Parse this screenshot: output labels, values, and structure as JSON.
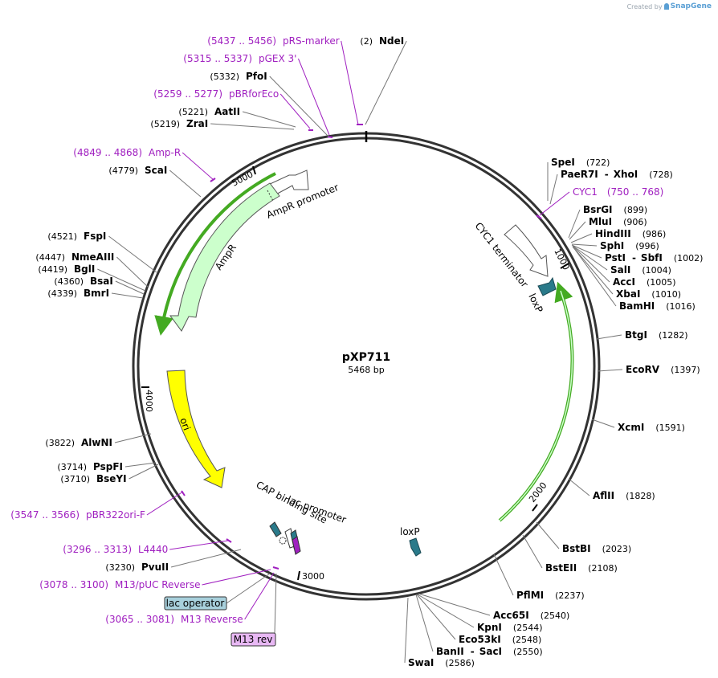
{
  "credit": {
    "prefix": "Created by",
    "brand": "SnapGene"
  },
  "plasmid": {
    "name": "pXP711",
    "length_label": "5468 bp",
    "length": 5468
  },
  "ticks": [
    "1000",
    "2000",
    "3000",
    "4000",
    "5000"
  ],
  "colors": {
    "ring": "#333333",
    "purple": "#a020c0",
    "green": "#44aa22",
    "light_green": "#ccffcc",
    "yellow": "#ffff00",
    "teal": "#2a7a8a",
    "lac_box": "#a8d0dc",
    "m13_box": "#e8b8f4"
  },
  "right_sites": [
    {
      "name": "SpeI",
      "pos": "(722)"
    },
    {
      "name": "PaeR7I",
      "sep": "-",
      "name2": "XhoI",
      "pos": "(728)"
    },
    {
      "feature": "CYC1",
      "range": "(750 .. 768)"
    },
    {
      "name": "BsrGI",
      "pos": "(899)"
    },
    {
      "name": "MluI",
      "pos": "(906)"
    },
    {
      "name": "HindIII",
      "pos": "(986)"
    },
    {
      "name": "SphI",
      "pos": "(996)"
    },
    {
      "name": "PstI",
      "sep": "-",
      "name2": "SbfI",
      "pos": "(1002)"
    },
    {
      "name": "SalI",
      "pos": "(1004)"
    },
    {
      "name": "AccI",
      "pos": "(1005)"
    },
    {
      "name": "XbaI",
      "pos": "(1010)"
    },
    {
      "name": "BamHI",
      "pos": "(1016)"
    },
    {
      "name": "BtgI",
      "pos": "(1282)"
    },
    {
      "name": "EcoRV",
      "pos": "(1397)"
    },
    {
      "name": "XcmI",
      "pos": "(1591)"
    },
    {
      "name": "AflII",
      "pos": "(1828)"
    },
    {
      "name": "BstBI",
      "pos": "(2023)"
    },
    {
      "name": "BstEII",
      "pos": "(2108)"
    },
    {
      "name": "PflMI",
      "pos": "(2237)"
    },
    {
      "name": "Acc65I",
      "pos": "(2540)"
    },
    {
      "name": "KpnI",
      "pos": "(2544)"
    },
    {
      "name": "Eco53kI",
      "pos": "(2548)"
    },
    {
      "name": "BanII",
      "sep": "-",
      "name2": "SacI",
      "pos": "(2550)"
    },
    {
      "name": "SwaI",
      "pos": "(2586)"
    }
  ],
  "left_sites": [
    {
      "name": "NdeI",
      "pos": "(2)"
    },
    {
      "feature": "pRS-marker",
      "range": "(5437 .. 5456)"
    },
    {
      "feature": "pGEX 3'",
      "range": "(5315 .. 5337)"
    },
    {
      "name": "PfoI",
      "pos": "(5332)"
    },
    {
      "feature": "pBRforEco",
      "range": "(5259 .. 5277)"
    },
    {
      "name": "AatII",
      "pos": "(5221)"
    },
    {
      "name": "ZraI",
      "pos": "(5219)"
    },
    {
      "feature": "Amp-R",
      "range": "(4849 .. 4868)"
    },
    {
      "name": "ScaI",
      "pos": "(4779)"
    },
    {
      "name": "FspI",
      "pos": "(4521)"
    },
    {
      "name": "NmeAIII",
      "pos": "(4447)"
    },
    {
      "name": "BglI",
      "pos": "(4419)"
    },
    {
      "name": "BsaI",
      "pos": "(4360)"
    },
    {
      "name": "BmrI",
      "pos": "(4339)"
    },
    {
      "name": "AlwNI",
      "pos": "(3822)"
    },
    {
      "name": "PspFI",
      "pos": "(3714)"
    },
    {
      "name": "BseYI",
      "pos": "(3710)"
    },
    {
      "feature": "pBR322ori-F",
      "range": "(3547 .. 3566)"
    },
    {
      "feature": "L4440",
      "range": "(3296 .. 3313)"
    },
    {
      "name": "PvuII",
      "pos": "(3230)"
    },
    {
      "feature": "M13/pUC Reverse",
      "range": "(3078 .. 3100)"
    },
    {
      "feature": "M13 Reverse",
      "range": "(3065 .. 3081)"
    }
  ],
  "boxes": {
    "lac_operator": "lac operator",
    "m13_rev": "M13 rev"
  },
  "features": {
    "ampr_promoter": "AmpR promoter",
    "ampr": "AmpR",
    "ori": "ori",
    "cyc1_terminator": "CYC1 terminator",
    "loxp_top": "loxP",
    "loxp_bottom": "loxP",
    "cap_site": "CAP binding site",
    "lac_promoter": "lac promoter"
  }
}
